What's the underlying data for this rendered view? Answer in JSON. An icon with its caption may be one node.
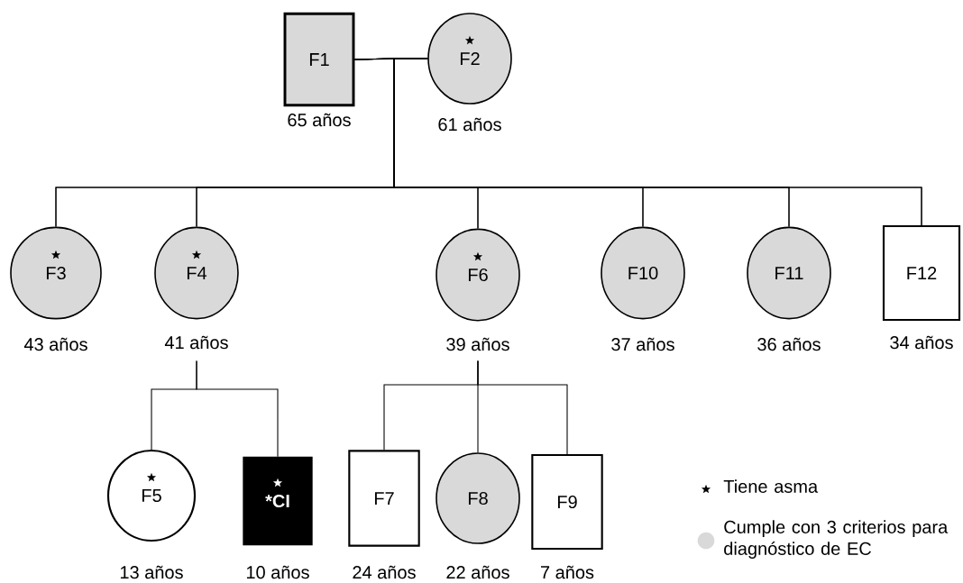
{
  "diagram": {
    "nodes": [
      {
        "text": [
          "F1"
        ],
        "beside": [
          "65 años"
        ]
      },
      {
        "text": [
          "F2"
        ],
        "beside": [
          "61 años"
        ]
      },
      {
        "text": [
          "F3"
        ],
        "beside": [
          "43 años"
        ]
      },
      {
        "text": [
          "F4"
        ],
        "beside": [
          "41 años"
        ]
      },
      {
        "text": [
          "F6"
        ],
        "beside": [
          "39 años"
        ]
      },
      {
        "text": [
          "F10"
        ],
        "beside": [
          "37 años"
        ]
      },
      {
        "text": [
          "F11"
        ],
        "beside": [
          "36 años"
        ]
      },
      {
        "text": [
          "F12"
        ],
        "beside": [
          "34 años"
        ]
      },
      {
        "text": [
          "F5"
        ],
        "beside": [
          "13 años"
        ]
      },
      {
        "text": [
          "*CI"
        ],
        "beside": [
          "10 años"
        ]
      },
      {
        "text": [
          "F7"
        ],
        "beside": [
          "24 años"
        ]
      },
      {
        "text": [
          "F8"
        ],
        "beside": [
          "22 años"
        ]
      },
      {
        "text": [
          "F9"
        ],
        "beside": [
          "7 años"
        ]
      }
    ],
    "edges": [
      {
        "from": 0,
        "to": 1,
        "arrow": "none"
      },
      {
        "from": 0,
        "to": 2,
        "arrow": "none"
      },
      {
        "from": 1,
        "to": 2,
        "arrow": "none"
      },
      {
        "from": 0,
        "to": 3,
        "arrow": "none"
      },
      {
        "from": 1,
        "to": 3,
        "arrow": "none"
      },
      {
        "from": 0,
        "to": 4,
        "arrow": "none"
      },
      {
        "from": 1,
        "to": 4,
        "arrow": "none"
      },
      {
        "from": 0,
        "to": 5,
        "arrow": "none"
      },
      {
        "from": 1,
        "to": 5,
        "arrow": "none"
      },
      {
        "from": 0,
        "to": 6,
        "arrow": "none"
      },
      {
        "from": 1,
        "to": 6,
        "arrow": "none"
      },
      {
        "from": 0,
        "to": 7,
        "arrow": "none"
      },
      {
        "from": 1,
        "to": 7,
        "arrow": "none"
      },
      {
        "from": 3,
        "to": 8,
        "arrow": "none"
      },
      {
        "from": 3,
        "to": 9,
        "arrow": "none"
      },
      {
        "from": 4,
        "to": 10,
        "arrow": "none"
      },
      {
        "from": 4,
        "to": 11,
        "arrow": "none"
      },
      {
        "from": 4,
        "to": 12,
        "arrow": "none"
      }
    ],
    "legend": [
      {
        "text": "Tiene asma"
      },
      {
        "text": "Cumple con 3 criterios para diagnóstico de EC",
        "color": "#d9d9d9"
      }
    ]
  }
}
